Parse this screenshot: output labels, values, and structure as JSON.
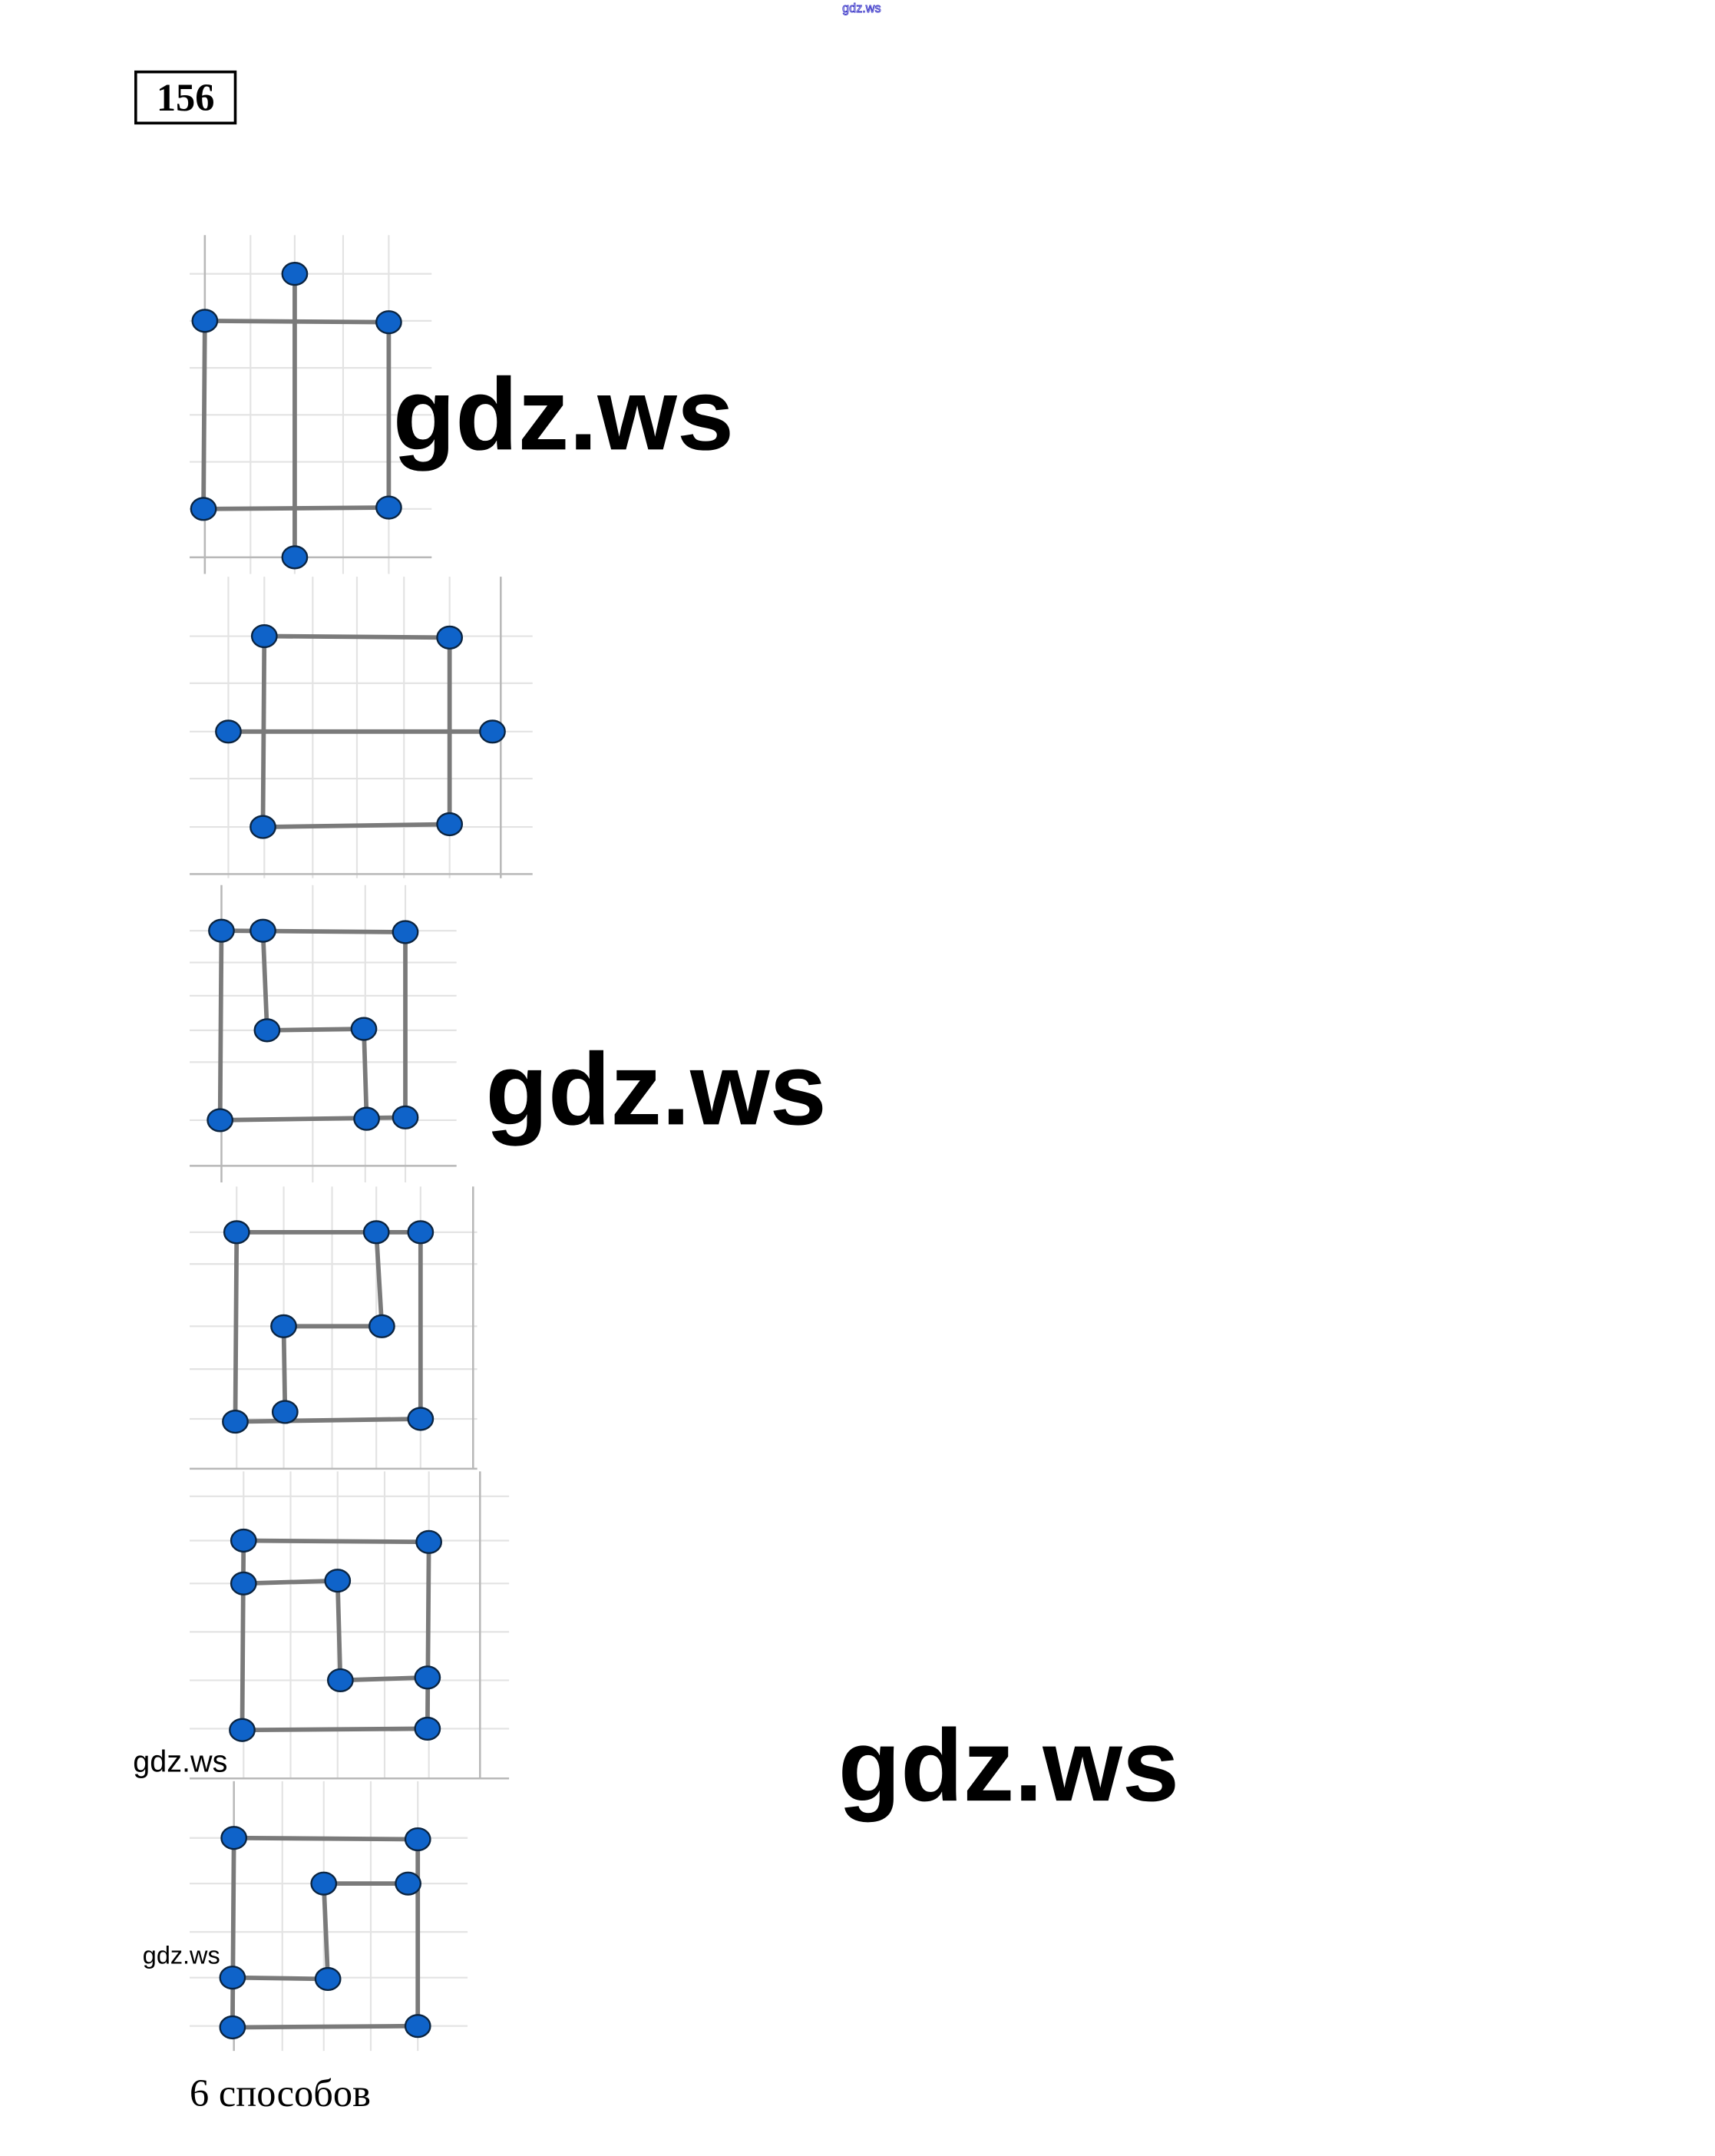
{
  "header": {
    "top_watermark": "gdz.ws",
    "task_number": "156"
  },
  "watermarks": [
    "gdz.ws",
    "gdz.ws",
    "gdz.ws",
    "gdz.ws",
    "gdz.ws"
  ],
  "answer": "6 способов",
  "colors": {
    "point": "#0f63c9",
    "segment": "#7a7a7a",
    "top_watermark": "#3a36c8"
  }
}
